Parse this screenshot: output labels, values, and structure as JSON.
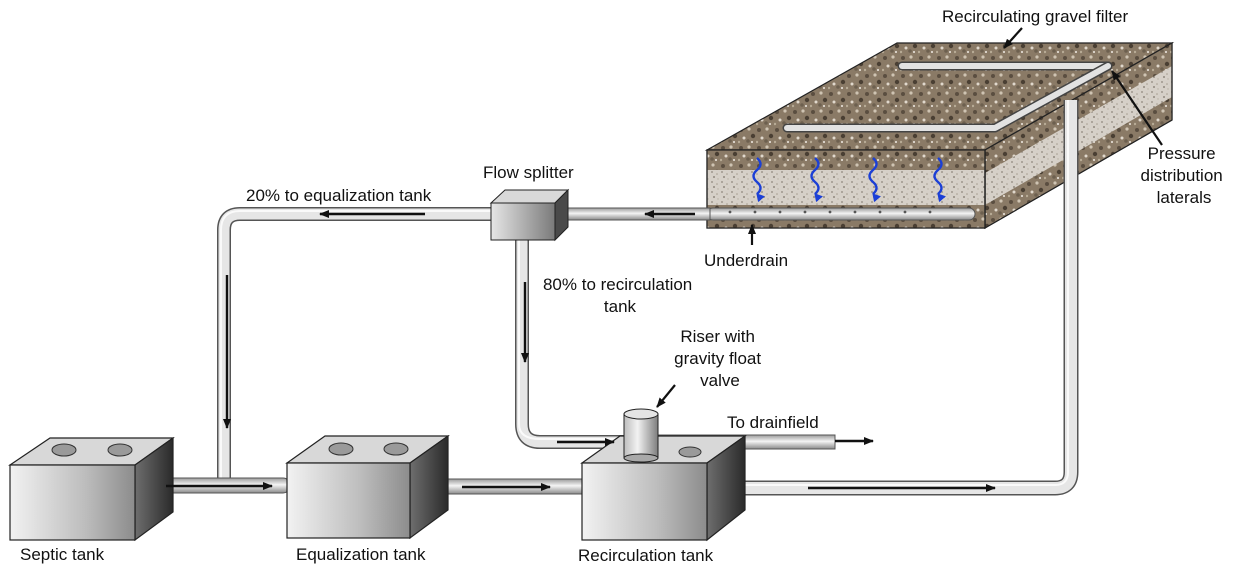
{
  "labels": {
    "gravel_filter": "Recirculating gravel filter",
    "pressure_laterals": [
      "Pressure",
      "distribution",
      "laterals"
    ],
    "flow_splitter": "Flow splitter",
    "to_equalization": "20% to equalization tank",
    "underdrain": "Underdrain",
    "to_recirculation": [
      "80% to recirculation",
      "tank"
    ],
    "riser": [
      "Riser with",
      "gravity float",
      "valve"
    ],
    "to_drainfield": "To drainfield",
    "septic_tank": "Septic tank",
    "equalization_tank": "Equalization tank",
    "recirculation_tank": "Recirculation tank"
  },
  "colors": {
    "pipe": "#c8c8c8",
    "pipe_edge": "#555555",
    "arrow": "#111111",
    "water_arrow": "#1b3fd6",
    "gravel": "#8a7a66",
    "sand": "#d6d0c8",
    "tank_top": "#d8d8d8"
  }
}
